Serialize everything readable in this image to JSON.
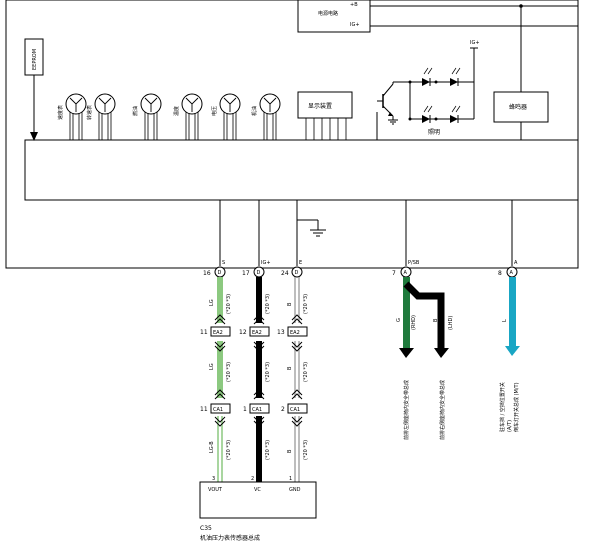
{
  "power_circuit": "电源电路",
  "plus_b": "+B",
  "ig_plus": "IG+",
  "eeprom": "EEPROM",
  "gauges": [
    {
      "label": "速度表"
    },
    {
      "label": "转速表"
    },
    {
      "label": "燃油"
    },
    {
      "label": "温度"
    },
    {
      "label": "电压"
    },
    {
      "label": "机油"
    }
  ],
  "display": "显示装置",
  "illumination": "照明",
  "buzzer": "蜂鸣器",
  "pins": [
    {
      "name": "S",
      "num": "16",
      "conn": "D"
    },
    {
      "name": "IG+",
      "num": "17",
      "conn": "D"
    },
    {
      "name": "E",
      "num": "24",
      "conn": "D"
    },
    {
      "name": "P/SB",
      "num": "7",
      "conn": "A"
    },
    {
      "name": "A",
      "num": "8",
      "conn": "A"
    }
  ],
  "connectors": {
    "row1": [
      {
        "num": "11",
        "code": "EA2"
      },
      {
        "num": "12",
        "code": "EA2"
      },
      {
        "num": "13",
        "code": "EA2"
      }
    ],
    "row2": [
      {
        "num": "11",
        "code": "CA1"
      },
      {
        "num": "1",
        "code": "CA1"
      },
      {
        "num": "2",
        "code": "CA1"
      }
    ]
  },
  "wire_colors": {
    "lg": "LG",
    "b": "B",
    "g": "G",
    "l": "L",
    "lg_b": "LG-B"
  },
  "wire_note": "(*20 *3)",
  "wire_note_b": "(LHD)",
  "wire_note_g": "(RHD)",
  "sensor_pins": [
    {
      "num": "3",
      "name": "VOUT"
    },
    {
      "num": "2",
      "name": "VC"
    },
    {
      "num": "1",
      "name": "GND"
    }
  ],
  "sensor_code": "C35",
  "sensor_name": "机油压力表传感器总成",
  "dest_left_belt": "前排左侧座椅内安全带总成",
  "dest_right_belt": "前排右侧座椅内安全带总成",
  "dest_seat_a": "驻车挡 / 空挡位置开关",
  "dest_seat_a2": "(A/T)",
  "dest_seat_b": "倒车灯开关总成 (M/T)",
  "colors": {
    "lg": "#8cc980",
    "b": "#000000",
    "g": "#1f7a3c",
    "l": "#19a6c4",
    "gray": "#999999"
  }
}
